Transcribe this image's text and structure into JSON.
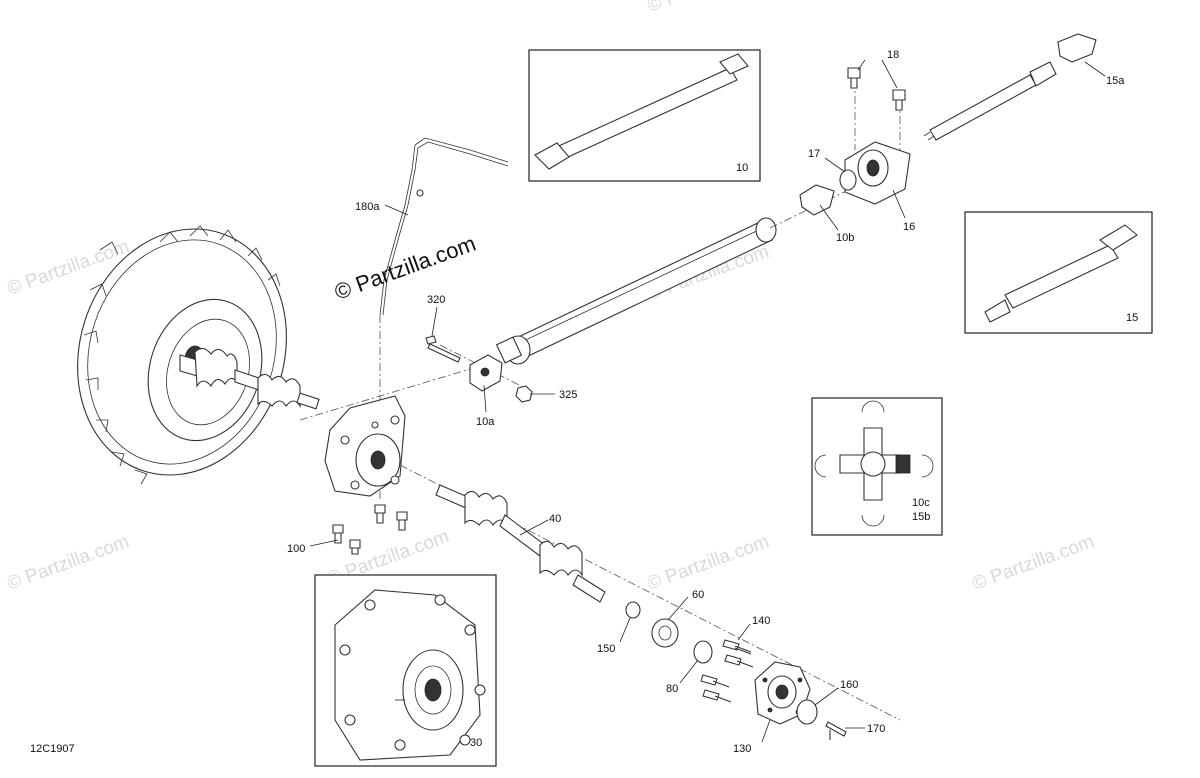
{
  "diagram": {
    "code": "12C1907",
    "watermark_main": "© Partzilla.com",
    "watermark_repeat": "© Partzilla.com",
    "callouts": {
      "c10": "10",
      "c15": "15",
      "c15a": "15a",
      "c16": "16",
      "c17": "17",
      "c18": "18",
      "c10b": "10b",
      "c180a": "180a",
      "c320": "320",
      "c325": "325",
      "c10a": "10a",
      "c40": "40",
      "c60": "60",
      "c100": "100",
      "c150": "150",
      "c140": "140",
      "c80": "80",
      "c160": "160",
      "c170": "170",
      "c130": "130",
      "c30": "30",
      "c10c": "10c",
      "c15b": "15b"
    }
  }
}
